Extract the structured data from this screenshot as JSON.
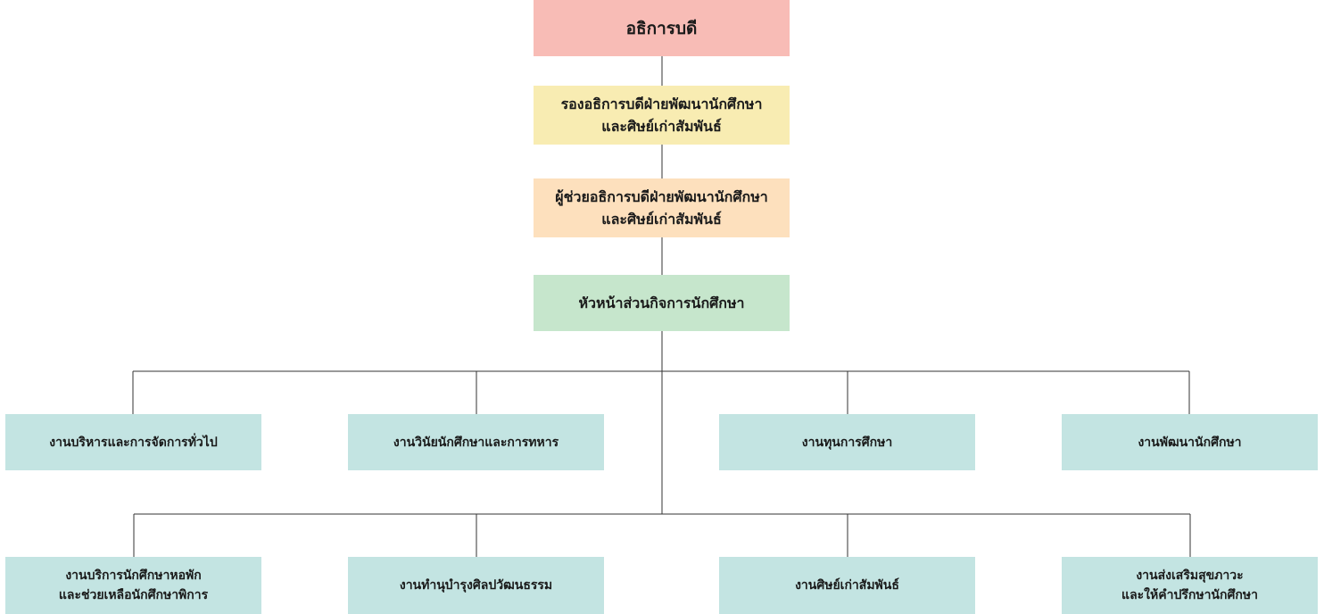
{
  "colors": {
    "president": "#f8bcb6",
    "vice_president": "#f8ecb2",
    "assistant": "#fde0bd",
    "head": "#c6e6cc",
    "unit": "#c3e4e2",
    "line": "#333333"
  },
  "president": {
    "lines": [
      "อธิการบดี"
    ]
  },
  "vice_president": {
    "lines": [
      "รองอธิการบดีฝ่ายพัฒนานักศึกษา",
      "และศิษย์เก่าสัมพันธ์"
    ]
  },
  "assistant": {
    "lines": [
      "ผู้ช่วยอธิการบดีฝ่ายพัฒนานักศึกษา",
      "และศิษย์เก่าสัมพันธ์"
    ]
  },
  "head": {
    "lines": [
      "หัวหน้าส่วนกิจการนักศึกษา"
    ]
  },
  "units_row1": [
    {
      "lines": [
        "งานบริหารและการจัดการทั่วไป"
      ]
    },
    {
      "lines": [
        "งานวินัยนักศึกษาและการทหาร"
      ]
    },
    {
      "lines": [
        "งานทุนการศึกษา"
      ]
    },
    {
      "lines": [
        "งานพัฒนานักศึกษา"
      ]
    }
  ],
  "units_row2": [
    {
      "lines": [
        "งานบริการนักศึกษาหอพัก",
        "และช่วยเหลือนักศึกษาพิการ"
      ]
    },
    {
      "lines": [
        "งานทำนุบำรุงศิลปวัฒนธรรม"
      ]
    },
    {
      "lines": [
        "งานศิษย์เก่าสัมพันธ์"
      ]
    },
    {
      "lines": [
        "งานส่งเสริมสุขภาวะ",
        "และให้คำปรึกษานักศึกษา"
      ]
    }
  ]
}
